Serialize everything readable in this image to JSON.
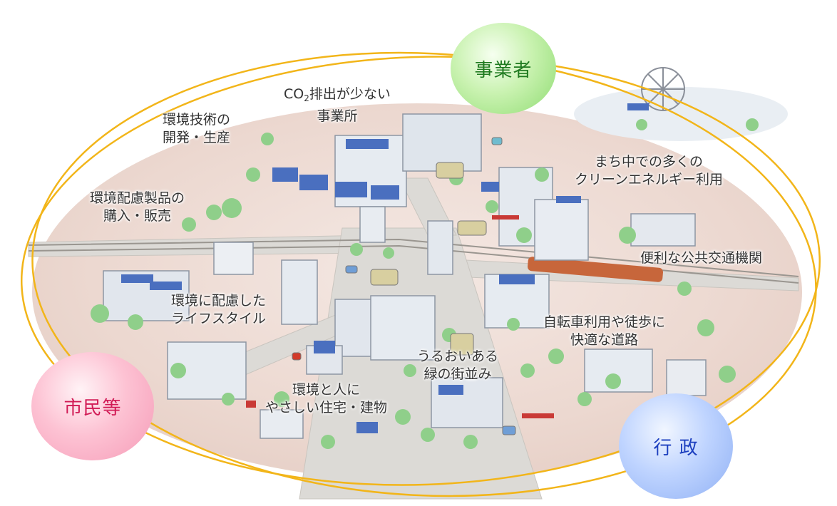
{
  "actors": {
    "business": "事業者",
    "citizens": "市民等",
    "government": "行 政"
  },
  "labels": {
    "co2_pre": "CO",
    "co2_sub": "2",
    "co2_post": "排出が少ない",
    "co2_line2": "事業所",
    "env_tech_1": "環境技術の",
    "env_tech_2": "開発・生産",
    "eco_products_1": "環境配慮製品の",
    "eco_products_2": "購入・販売",
    "clean_energy_1": "まち中での多くの",
    "clean_energy_2": "クリーンエネルギー利用",
    "transit": "便利な公共交通機関",
    "lifestyle_1": "環境に配慮した",
    "lifestyle_2": "ライフスタイル",
    "roads_1": "自転車利用や徒歩に",
    "roads_2": "快適な道路",
    "green_1": "うるおいある",
    "green_2": "緑の街並み",
    "housing_1": "環境と人に",
    "housing_2": "やさしい住宅・建物"
  },
  "colors": {
    "ring": "#f2b519",
    "ground": "#f0e2dc",
    "business_text": "#1f7a1f",
    "citizens_text": "#d11a55",
    "government_text": "#1c3fbf"
  }
}
